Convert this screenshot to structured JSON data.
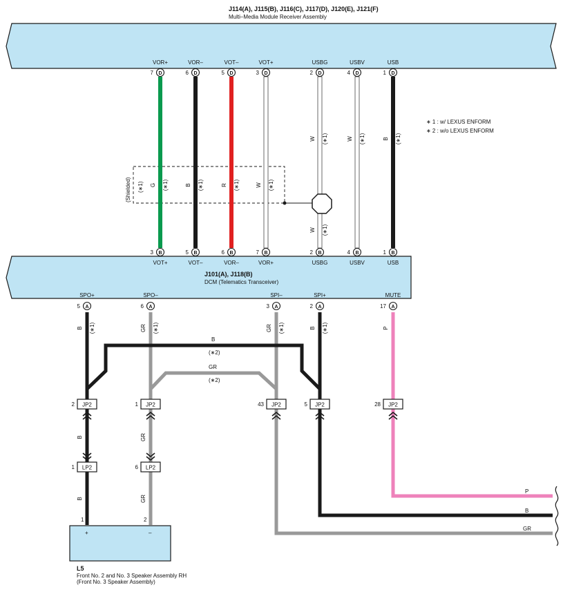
{
  "receiver": {
    "title": "J114(A), J115(B), J116(C), J117(D), J120(E), J121(F)",
    "subtitle": "Multi–Media Module Receiver Assembly",
    "connector_letter": "D"
  },
  "dcm": {
    "title": "J101(A), J118(B)",
    "subtitle": "DCM (Telematics Transceiver)",
    "upper_letter": "B",
    "lower_letter": "A"
  },
  "legend": {
    "n1": "∗ 1 : w/ LEXUS ENFORM",
    "n2": "∗ 2 : w/o LEXUS ENFORM"
  },
  "shielded_label": "(Shielded)",
  "top_wires": [
    {
      "top_name": "VOR+",
      "top_pin": "7",
      "bottom_name": "VOT+",
      "bottom_pin": "3",
      "color_code": "G",
      "note": "(∗1)",
      "color": "#0a9a4e"
    },
    {
      "top_name": "VOR–",
      "top_pin": "6",
      "bottom_name": "VOT–",
      "bottom_pin": "5",
      "color_code": "B",
      "note": "(∗1)",
      "color": "#1a1a1a"
    },
    {
      "top_name": "VOT–",
      "top_pin": "5",
      "bottom_name": "VOR–",
      "bottom_pin": "6",
      "color_code": "R",
      "note": "(∗1)",
      "color": "#e02020"
    },
    {
      "top_name": "VOT+",
      "top_pin": "3",
      "bottom_name": "VOR+",
      "bottom_pin": "7",
      "color_code": "W",
      "note": "(∗1)",
      "color": "#ffffff"
    },
    {
      "top_name": "USBG",
      "top_pin": "2",
      "bottom_name": "USBG",
      "bottom_pin": "2",
      "color_code": "W",
      "note": "(∗1)",
      "lower_code": "W",
      "lower_note": "(∗1)",
      "color": "#ffffff"
    },
    {
      "top_name": "USBV",
      "top_pin": "4",
      "bottom_name": "USBV",
      "bottom_pin": "4",
      "color_code": "W",
      "note": "(∗1)",
      "color": "#ffffff"
    },
    {
      "top_name": "USB",
      "top_pin": "1",
      "bottom_name": "USB",
      "bottom_pin": "1",
      "color_code": "B",
      "note": "(∗1)",
      "color": "#1a1a1a"
    }
  ],
  "dcm_outputs": [
    {
      "name": "SPO+",
      "pin": "5",
      "code": "B",
      "note": "(∗1)",
      "color": "#1a1a1a"
    },
    {
      "name": "SPO–",
      "pin": "6",
      "code": "GR",
      "note": "(∗1)",
      "color": "#999999"
    },
    {
      "name": "SPI–",
      "pin": "3",
      "code": "GR",
      "note": "(∗1)",
      "color": "#999999"
    },
    {
      "name": "SPI+",
      "pin": "2",
      "code": "B",
      "note": "(∗1)",
      "color": "#1a1a1a"
    },
    {
      "name": "MUTE",
      "pin": "17",
      "code": "P",
      "note": "",
      "color": "#ee82bb"
    }
  ],
  "bypass_wires": [
    {
      "code": "B",
      "note": "(∗2)"
    },
    {
      "code": "GR",
      "note": "(∗2)"
    }
  ],
  "jp2": [
    {
      "pin": "2",
      "label": "JP2"
    },
    {
      "pin": "1",
      "label": "JP2"
    },
    {
      "pin": "43",
      "label": "JP2"
    },
    {
      "pin": "5",
      "label": "JP2"
    },
    {
      "pin": "28",
      "label": "JP2"
    }
  ],
  "lp2": [
    {
      "pin": "1",
      "label": "LP2",
      "code_above": "B",
      "code_below": "B"
    },
    {
      "pin": "6",
      "label": "LP2",
      "code_above": "GR",
      "code_below": "GR"
    }
  ],
  "speaker": {
    "id": "L5",
    "line1": "Front No.  2 and No.  3 Speaker Assembly RH",
    "line2": "(Front No.  3 Speaker Assembly)",
    "pin_plus": "1",
    "pin_minus": "2",
    "plus": "+",
    "minus": "–"
  },
  "exit_wires": [
    {
      "code": "P",
      "color": "#ee82bb"
    },
    {
      "code": "B",
      "color": "#1a1a1a"
    },
    {
      "code": "GR",
      "color": "#999999"
    }
  ],
  "colors": {
    "box_fill": "#bfe4f4",
    "black": "#1a1a1a",
    "gray": "#999999",
    "pink": "#ee82bb",
    "green": "#0a9a4e",
    "red": "#e02020"
  }
}
